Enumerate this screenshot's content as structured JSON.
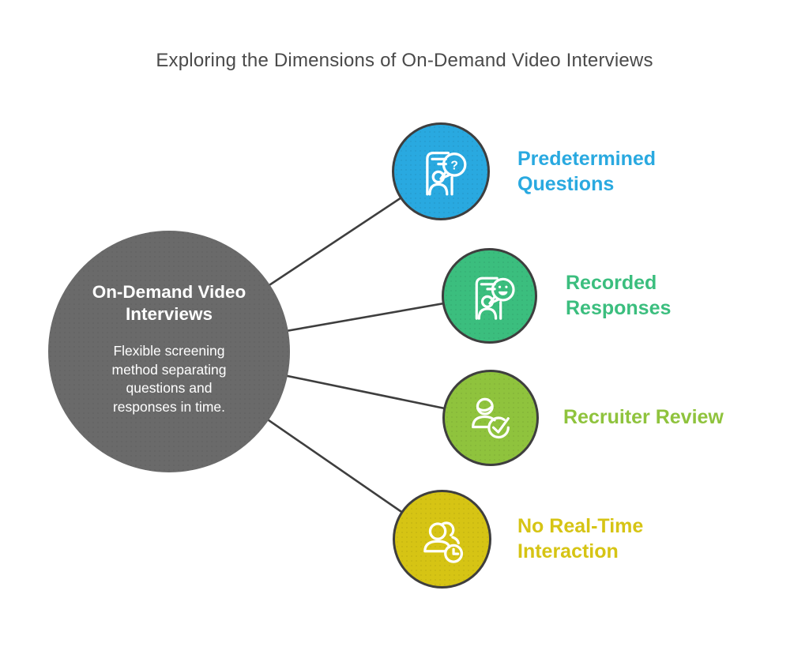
{
  "title": "Exploring the Dimensions of On-Demand Video Interviews",
  "colors": {
    "title_text": "#4a4a4a",
    "connector": "#3e3e3e",
    "node_border": "#3e3e3e",
    "center_bg": "#6a6a6a",
    "center_text": "#ffffff",
    "icon_stroke": "#ffffff",
    "background": "#ffffff"
  },
  "center": {
    "heading": "On-Demand Video Interviews",
    "heading_lines": [
      "On-Demand Video",
      "Interviews"
    ],
    "body": "Flexible screening method separating questions and responses in time.",
    "body_lines": [
      "Flexible screening",
      "method separating",
      "questions and",
      "responses in time."
    ]
  },
  "nodes": [
    {
      "id": "predetermined-questions",
      "label": "Predetermined Questions",
      "label_lines": [
        "Predetermined",
        "Questions"
      ],
      "color": "#29a9e0",
      "icon": "phone-question-bubble-icon"
    },
    {
      "id": "recorded-responses",
      "label": "Recorded Responses",
      "label_lines": [
        "Recorded",
        "Responses"
      ],
      "color": "#3bbe7e",
      "icon": "phone-smiley-bubble-icon"
    },
    {
      "id": "recruiter-review",
      "label": "Recruiter Review",
      "label_lines": [
        "Recruiter Review",
        ""
      ],
      "color": "#8fc33d",
      "icon": "person-checkmark-icon"
    },
    {
      "id": "no-real-time-interaction",
      "label": "No Real-Time Interaction",
      "label_lines": [
        "No Real-Time",
        "Interaction"
      ],
      "color": "#d6c414",
      "icon": "people-clock-icon"
    }
  ]
}
